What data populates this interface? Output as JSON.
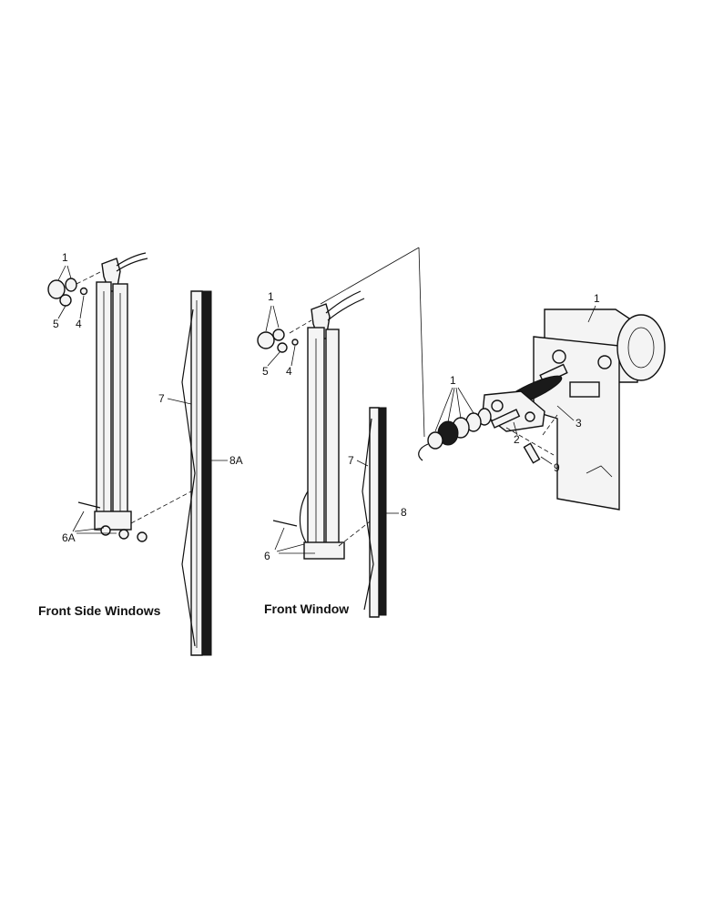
{
  "captions": {
    "left": "Front Side Windows",
    "middle": "Front Window"
  },
  "callouts": {
    "left_1": "1",
    "left_5": "5",
    "left_4": "4",
    "left_7": "7",
    "left_8a": "8A",
    "left_6a": "6A",
    "mid_1": "1",
    "mid_5": "5",
    "mid_4": "4",
    "mid_7": "7",
    "mid_8": "8",
    "mid_6": "6",
    "motor_1": "1",
    "kit_1": "1",
    "part_2": "2",
    "part_3": "3",
    "part_9": "9"
  }
}
